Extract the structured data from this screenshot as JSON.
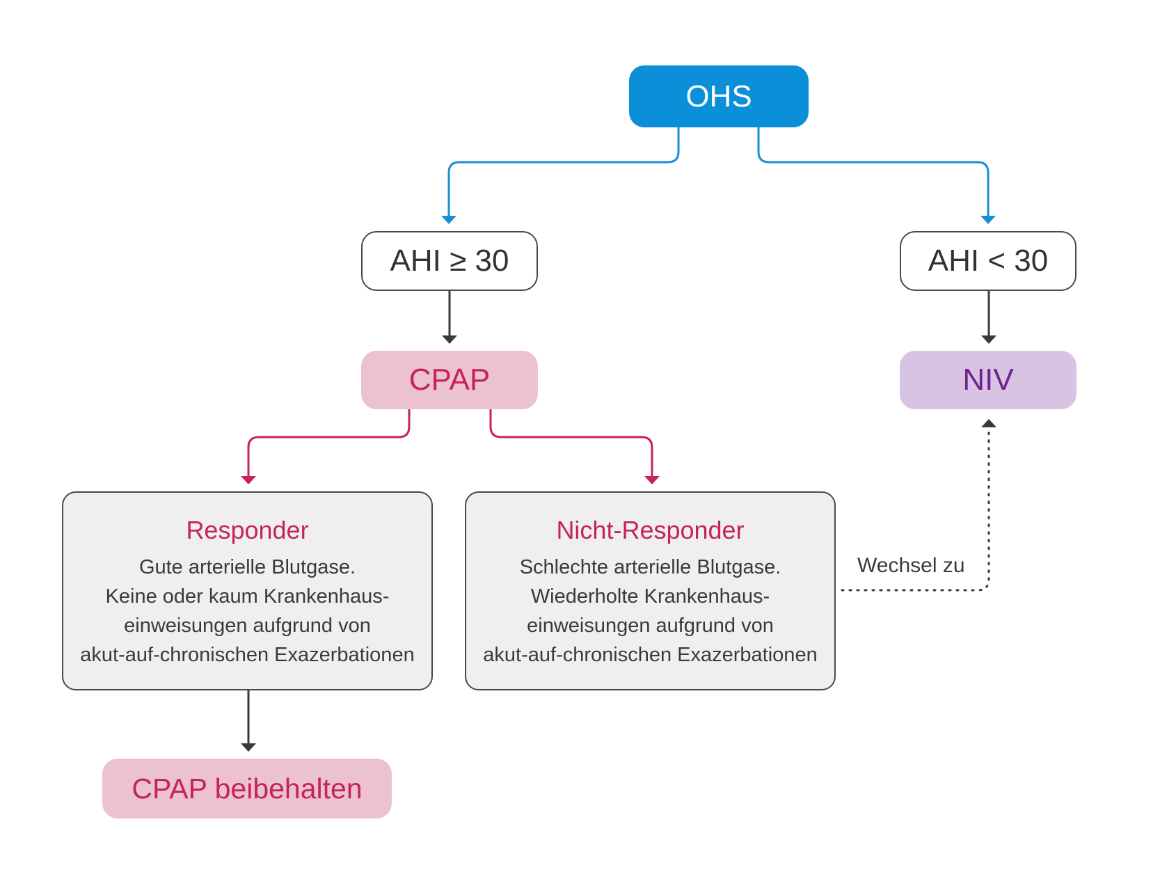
{
  "nodes": {
    "ohs": "OHS",
    "ahi_ge": "AHI ≥ 30",
    "ahi_lt": "AHI < 30",
    "cpap": "CPAP",
    "niv": "NIV",
    "responder": {
      "title": "Responder",
      "lines": [
        "Gute arterielle Blutgase.",
        "Keine oder kaum Krankenhaus-",
        "einweisungen aufgrund von",
        "akut-auf-chronischen Exazerbationen"
      ]
    },
    "nicht_responder": {
      "title": "Nicht-Responder",
      "lines": [
        "Schlechte arterielle Blutgase.",
        "Wiederholte Krankenhaus-",
        "einweisungen aufgrund von",
        "akut-auf-chronischen Exazerbationen"
      ]
    },
    "cpap_keep": "CPAP beibehalten"
  },
  "edge_labels": {
    "switch": "Wechsel zu"
  },
  "colors": {
    "ohs_fill": "#0a8fd8",
    "blue_connector": "#1a8fd6",
    "cpap_fill": "#ecc2d0",
    "cpap_text": "#c4245a",
    "red_connector": "#c4245a",
    "niv_fill": "#d8c3e2",
    "niv_text": "#6d2490",
    "card_fill": "#efefef",
    "dark": "#3a3a3a"
  }
}
